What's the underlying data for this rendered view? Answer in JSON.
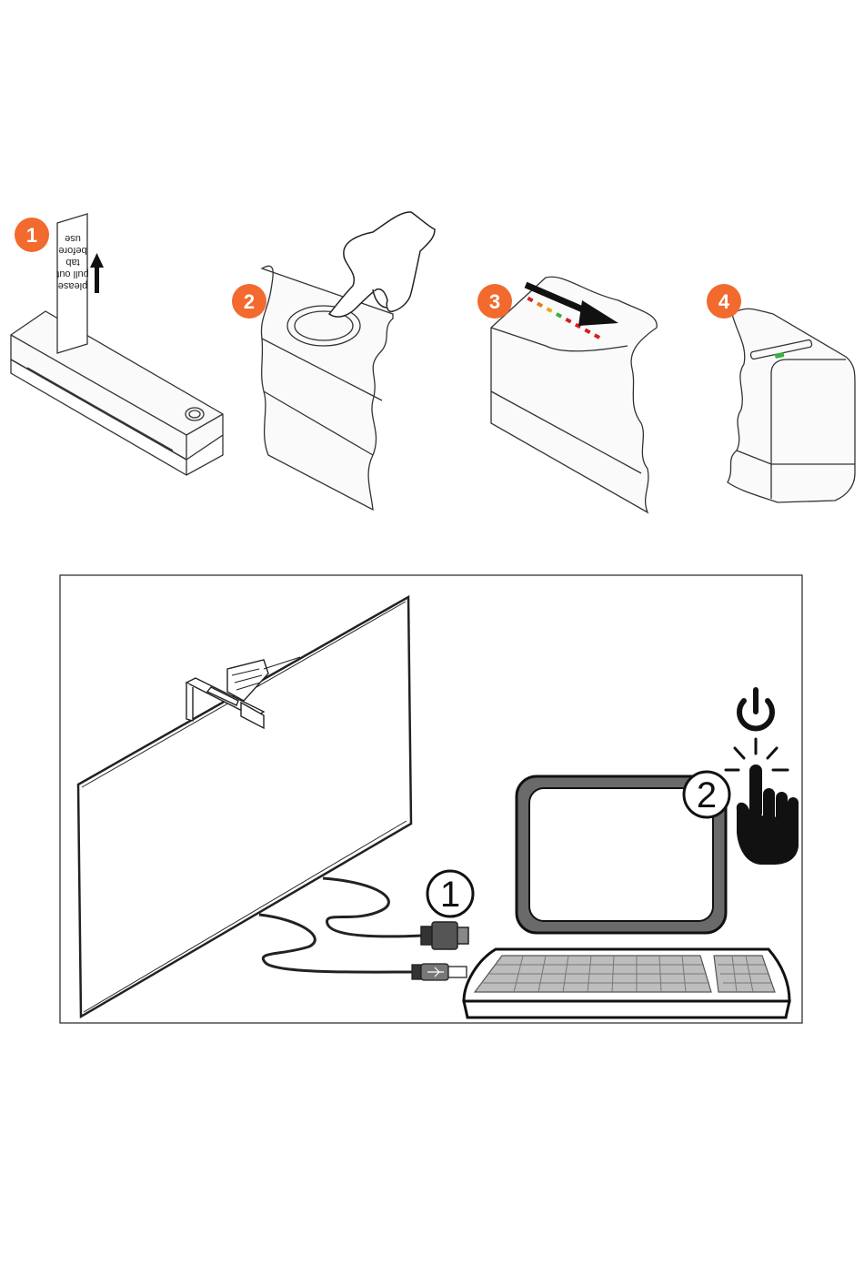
{
  "steps": [
    {
      "number": "1",
      "badge_color": "#f26a2e"
    },
    {
      "number": "2",
      "badge_color": "#f26a2e"
    },
    {
      "number": "3",
      "badge_color": "#f26a2e"
    },
    {
      "number": "4",
      "badge_color": "#f26a2e"
    }
  ],
  "step1": {
    "tab_lines": [
      "please",
      "pull out",
      "tab",
      "before",
      "use"
    ]
  },
  "step3": {
    "led_colors": [
      "#d42020",
      "#e07a20",
      "#e0b020",
      "#3cb043",
      "#d42020",
      "#d42020",
      "#d42020",
      "#d42020"
    ]
  },
  "step4": {
    "status_light": "#3cb043"
  },
  "setup": {
    "cable_label": "1",
    "power_label": "2"
  }
}
